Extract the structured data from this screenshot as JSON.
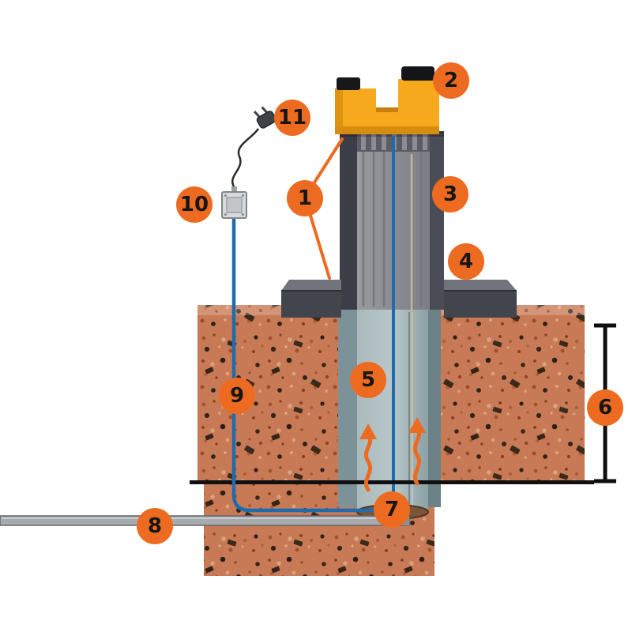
{
  "callouts": [
    {
      "label": "1"
    },
    {
      "label": "2"
    },
    {
      "label": "3"
    },
    {
      "label": "4"
    },
    {
      "label": "5"
    },
    {
      "label": "6"
    },
    {
      "label": "7"
    },
    {
      "label": "8"
    },
    {
      "label": "9"
    },
    {
      "label": "10"
    },
    {
      "label": "11"
    }
  ],
  "colors": {
    "accent_orange": "#ed6b21",
    "soil_base": "#c87a56",
    "bollard_yellow": "#f7a91d",
    "metal_dark": "#42454c",
    "tube_teal": "#9db0b4",
    "cable_blue": "#1d6cb0",
    "pipe_gray": "#a7abae",
    "reference_line": "#101010",
    "background": "#ffffff"
  }
}
